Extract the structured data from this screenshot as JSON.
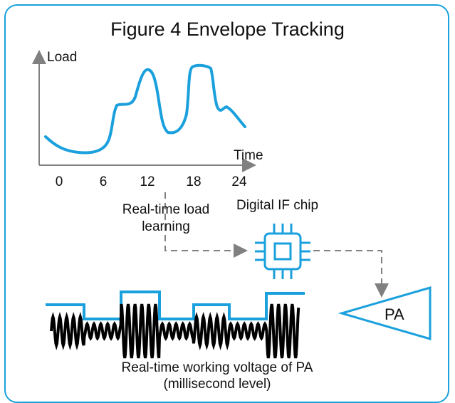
{
  "title": "Figure 4  Envelope Tracking",
  "chart": {
    "y_label": "Load",
    "x_label": "Time",
    "ticks": [
      "0",
      "6",
      "12",
      "18",
      "24"
    ]
  },
  "chip_label": "Digital IF chip",
  "learning_label": "Real-time load learning",
  "pa_label": "PA",
  "voltage_label": "Real-time working voltage of PA (millisecond level)",
  "colors": {
    "accent": "#1aa0dc",
    "arrow": "#808080",
    "signal": "#000000"
  }
}
